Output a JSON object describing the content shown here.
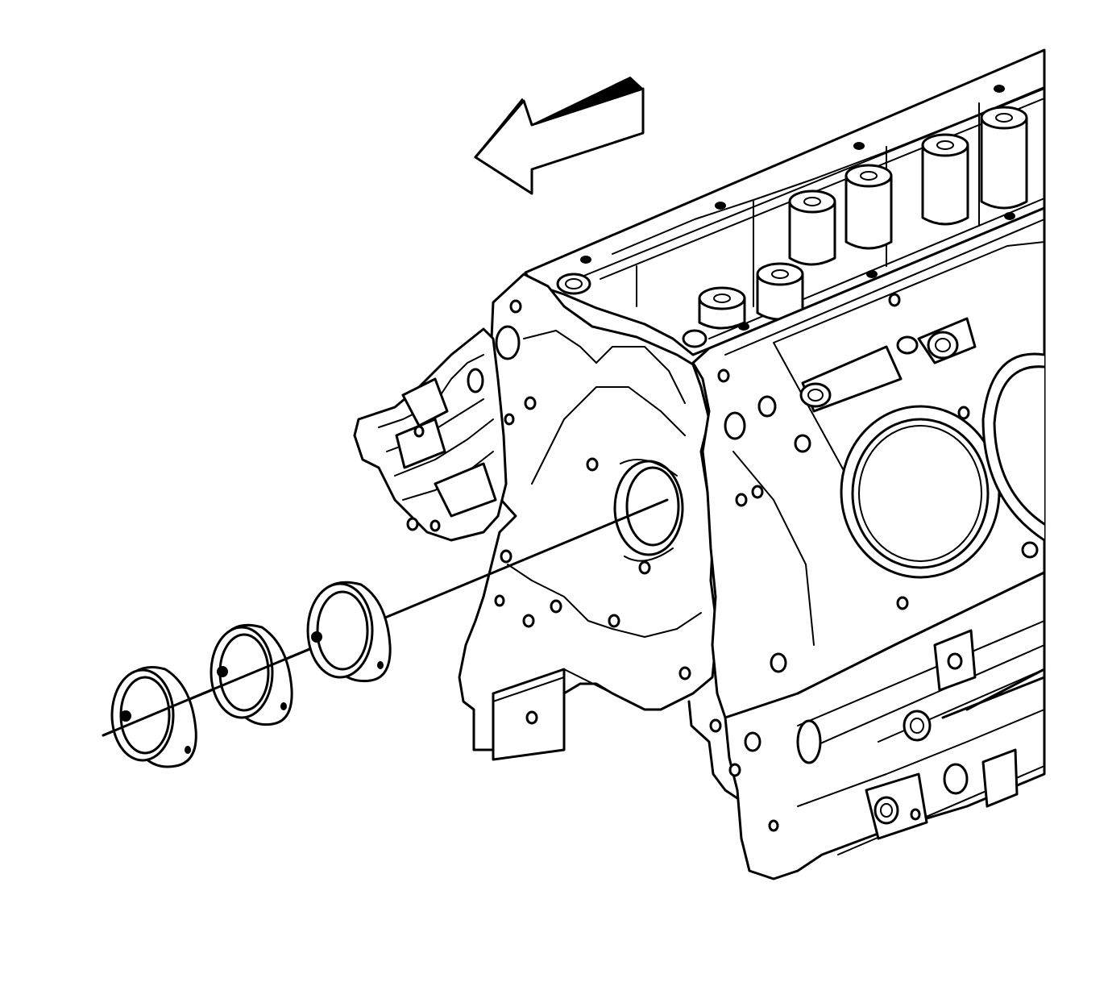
{
  "diagram": {
    "subject": "engine-block-camshaft-bearing-installation",
    "colors": {
      "line": "#000000",
      "background": "#ffffff"
    },
    "parts": [
      "engine-block",
      "camshaft-bore",
      "camshaft-bearing",
      "direction-arrow"
    ],
    "bearing_count": 3
  }
}
